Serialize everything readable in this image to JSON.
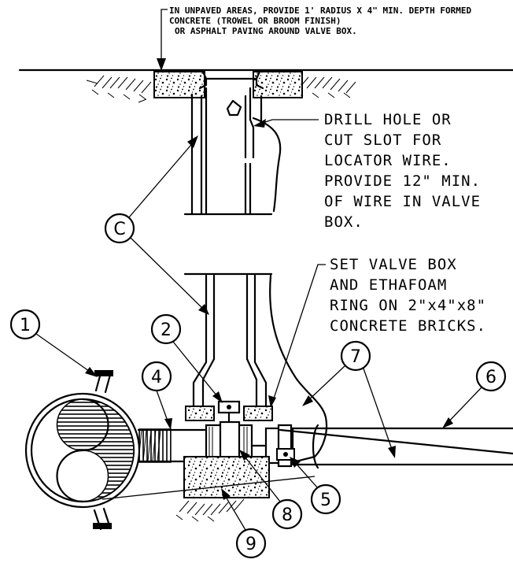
{
  "notes": {
    "paving": [
      "IN UNPAVED AREAS, PROVIDE 1' RADIUS X 4\" MIN. DEPTH FORMED",
      "CONCRETE (TROWEL OR BROOM FINISH)",
      "OR ASPHALT PAVING AROUND VALVE BOX."
    ],
    "locator": [
      "DRILL HOLE OR",
      "CUT SLOT FOR",
      "LOCATOR WIRE.",
      "PROVIDE 12\" MIN.",
      "OF WIRE IN VALVE",
      "BOX."
    ],
    "bricks": [
      "SET VALVE BOX",
      "AND ETHAFOAM",
      "RING ON 2\"x4\"x8\"",
      "CONCRETE BRICKS."
    ]
  },
  "callouts": {
    "c": "C",
    "n1": "1",
    "n2": "2",
    "n4": "4",
    "n5": "5",
    "n6": "6",
    "n7": "7",
    "n8": "8",
    "n9": "9"
  }
}
